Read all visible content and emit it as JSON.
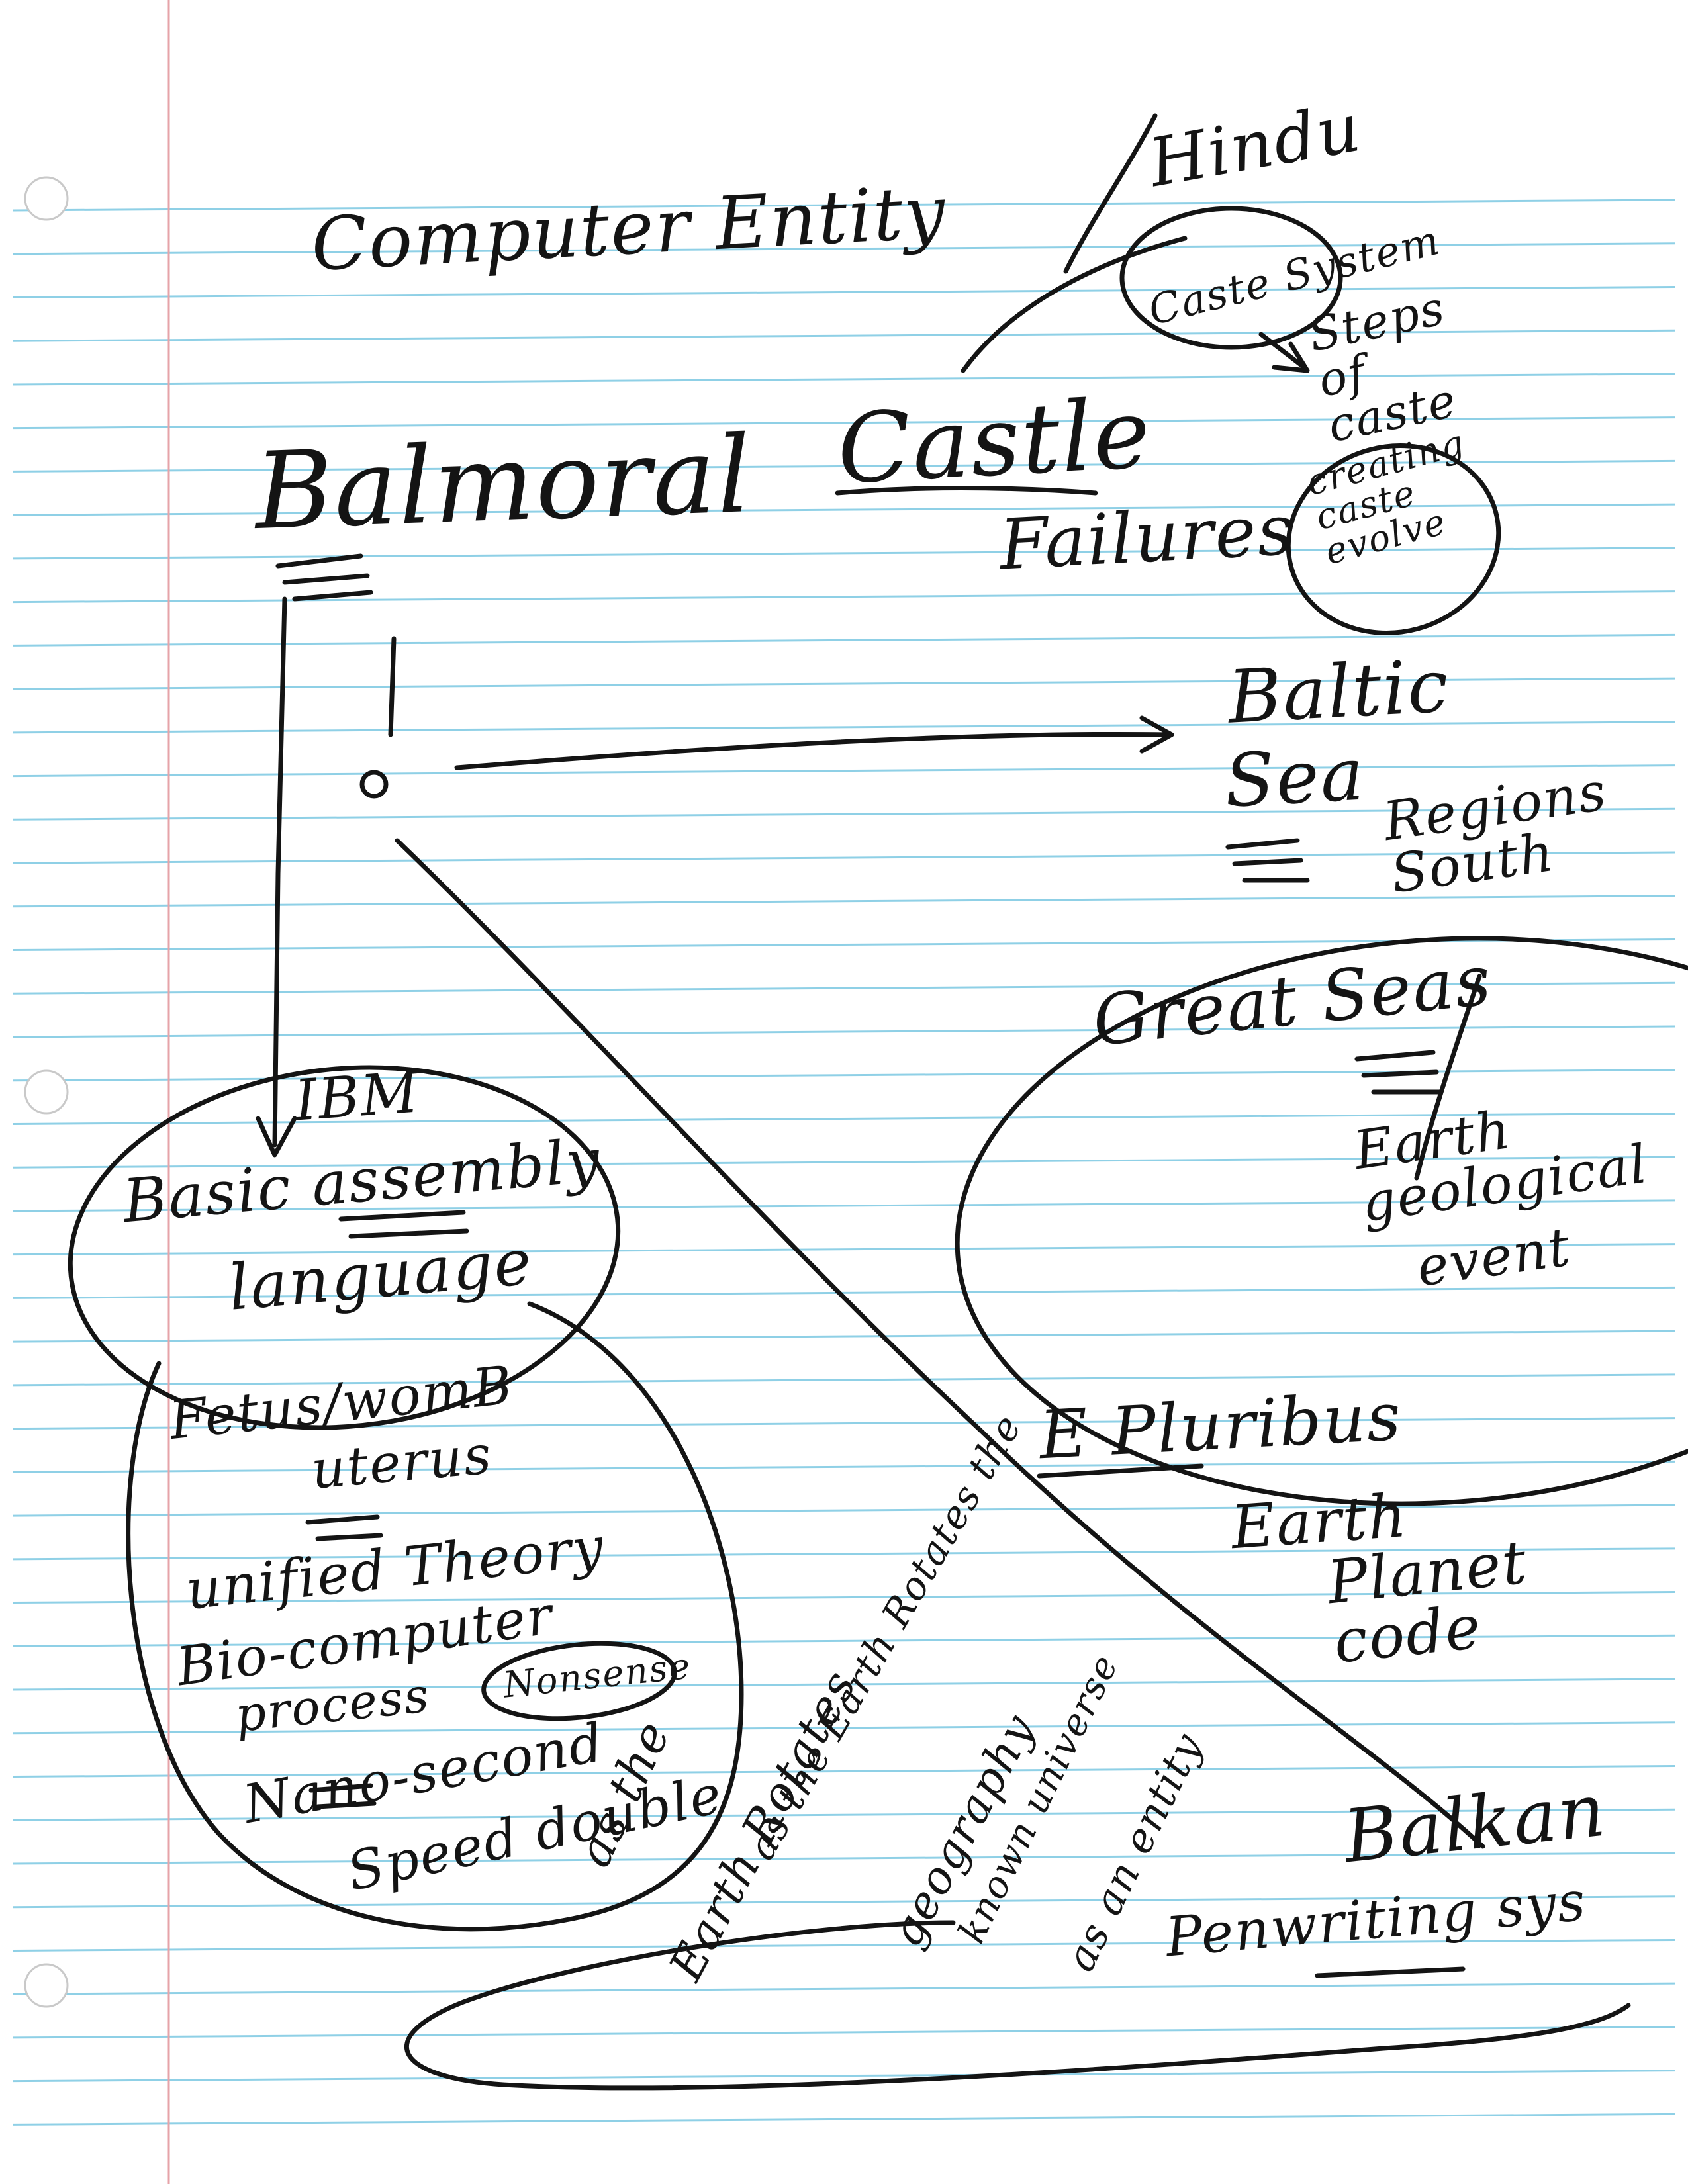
{
  "colors": {
    "paper": "#ffffff",
    "rule_line": "#8fd0e6",
    "ink": "#141414"
  },
  "notes": {
    "top_left": "Computer Entity",
    "top_right": "Hindu",
    "caste_system": "Caste System",
    "steps_of_caste": "Steps of caste",
    "creating_caste_evolve": "creating caste evolve",
    "title_balmoral": "Balmoral",
    "title_castle": "Castle",
    "failures": "Failures",
    "baltic": "Baltic",
    "sea": "Sea",
    "regions_south": "Regions South",
    "great_seas": "Great Seas",
    "earth_geological": "Earth geological",
    "event": "event",
    "ibm": "IBM",
    "basic_assembly": "Basic assembly",
    "language": "language",
    "fetus_womb": "Fetus/womB",
    "uterus": "uterus",
    "unified_theory": "unified Theory",
    "bio_computer": "Bio-computer",
    "process": "process",
    "nonsense": "Nonsense",
    "nano_second": "Nano-second",
    "speed_double": "Speed double",
    "e_pluribus": "E Pluribus",
    "earth": "Earth",
    "planet_code": "Planet code",
    "as_the": "as the",
    "earth_rotates": "Earth Rotates",
    "as_the_earth_rotates_the": "as the Earth Rotates the",
    "geography": "geography",
    "known_universe": "known universe",
    "as_an_entity": "as an entity",
    "balkan": "Balkan",
    "penwriting_sys": "Penwriting sys"
  }
}
